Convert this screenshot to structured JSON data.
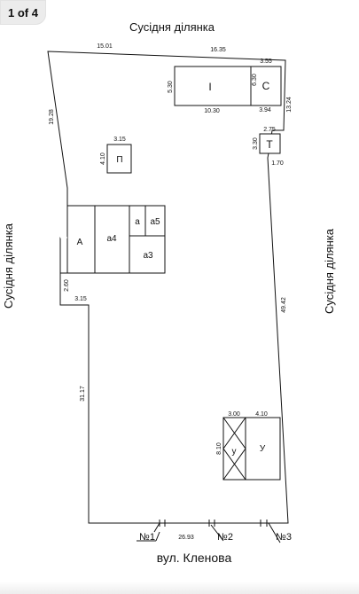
{
  "pager": {
    "label": "1 of 4"
  },
  "neighbors": {
    "top": "Сусідня ділянка",
    "left": "Сусідня ділянка",
    "right": "Сусідня ділянка"
  },
  "street": "вул. Кленова",
  "lot_numbers": [
    "№1",
    "№2",
    "№3"
  ],
  "boundary_dims": {
    "top_left": "15.01",
    "top_right": "16.35",
    "right_upper": "13.24",
    "right_step": "1.70",
    "right_long": "49.42",
    "left_upper": "19.28",
    "left_notch": "2.60",
    "left_step": "3.15",
    "left_long": "31.17",
    "bottom": "26.93"
  },
  "buildings": {
    "house": {
      "label": "І",
      "width": "10.30",
      "height": "5.30"
    },
    "c": {
      "label": "С",
      "top": "3.55",
      "side": "6.30",
      "bottom": "3.94"
    },
    "t": {
      "label": "Т",
      "top": "2.75",
      "side": "3.30"
    },
    "p": {
      "label": "П",
      "top": "3.15",
      "side": "4.10"
    },
    "a_block": {
      "A": "А",
      "a4": "а4",
      "a": "а",
      "a5": "а5",
      "a3": "а3"
    },
    "u_small": {
      "label": "у",
      "top": "3.00",
      "side": "8.10"
    },
    "u_big": {
      "label": "У",
      "top": "4.10"
    }
  }
}
